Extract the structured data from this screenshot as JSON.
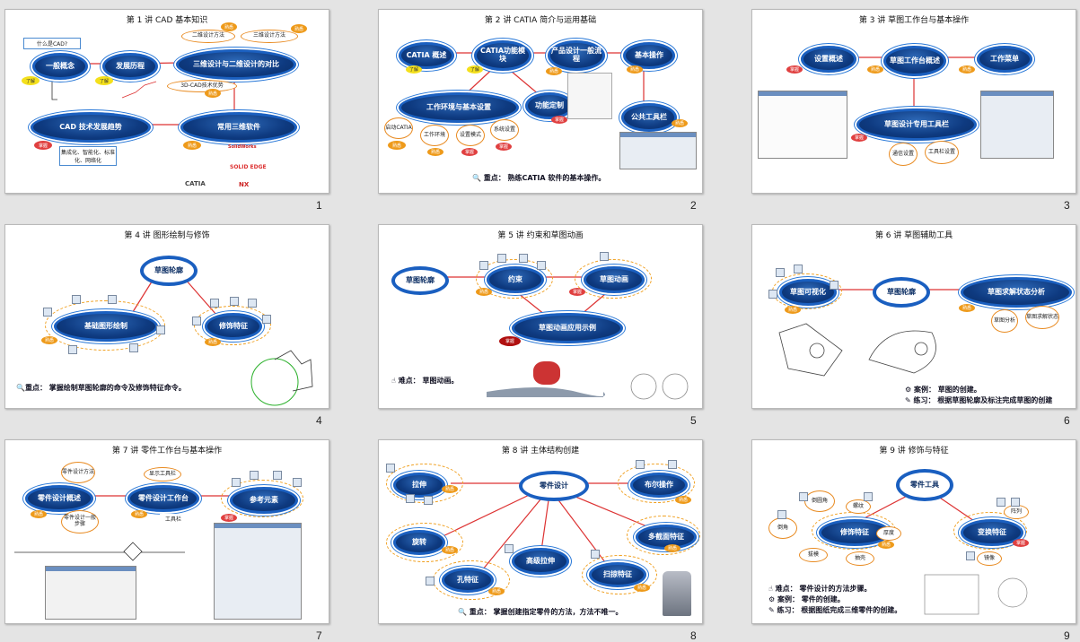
{
  "slides": [
    {
      "num": "1",
      "title": "第 1 讲  CAD 基本知识",
      "nodes": [
        "一般概念",
        "发展历程",
        "三维设计与二维设计的对比",
        "CAD 技术发展趋势",
        "常用三维软件"
      ],
      "labels": [
        "什么是CAD?",
        "二维设计方法",
        "三维设计方法",
        "3D-CAD技术优势",
        "集成化、智能化、标准化、网络化"
      ],
      "logos": [
        "SolidWorks",
        "SOLID EDGE",
        "CATIA",
        "NX"
      ]
    },
    {
      "num": "2",
      "title": "第 2 讲  CATIA 简介与运用基础",
      "nodes": [
        "CATIA 概述",
        "CATIA功能模块",
        "产品设计一般流程",
        "基本操作",
        "工作环境与基本设置",
        "功能定制",
        "公共工具栏"
      ],
      "labels": [
        "启动CATIA",
        "工作环境",
        "设置模式",
        "系统设置"
      ],
      "focus": "重点：  熟练CATIA 软件的基本操作。"
    },
    {
      "num": "3",
      "title": "第 3 讲  草图工作台与基本操作",
      "nodes": [
        "设置概述",
        "草图工作台概述",
        "工作菜单",
        "草图设计专用工具栏"
      ],
      "labels": [
        "通信设置",
        "工具栏设置"
      ]
    },
    {
      "num": "4",
      "title": "第 4 讲  图形绘制与修饰",
      "nodes": [
        "草图轮廓",
        "基础图形绘制",
        "修饰特征"
      ],
      "focus": "重点：  掌握绘制草图轮廓的命令及修饰特征命令。"
    },
    {
      "num": "5",
      "title": "第 5 讲  约束和草图动画",
      "nodes": [
        "草图轮廓",
        "约束",
        "草图动画",
        "草图动画应用示例"
      ],
      "focus": "难点：  草图动画。"
    },
    {
      "num": "6",
      "title": "第 6 讲  草图辅助工具",
      "nodes": [
        "草图可视化",
        "草图轮廓",
        "草图求解状态分析"
      ],
      "labels": [
        "草图分析",
        "草图求解状态"
      ],
      "example": "案例：  草图的创建。",
      "practice": "练习：  根据草图轮廓及标注完成草图的创建"
    },
    {
      "num": "7",
      "title": "第 7 讲  零件工作台与基本操作",
      "nodes": [
        "零件设计概述",
        "零件设计工作台",
        "参考元素"
      ],
      "labels": [
        "零件设计方法",
        "零件设计一般步骤",
        "显示工具栏",
        "工具栏"
      ]
    },
    {
      "num": "8",
      "title": "第 8 讲  主体结构创建",
      "nodes": [
        "零件设计",
        "拉伸",
        "布尔操作",
        "旋转",
        "多截面特征",
        "高级拉伸",
        "孔特征",
        "扫掠特征"
      ],
      "focus": "重点：  掌握创建指定零件的方法，方法不唯一。"
    },
    {
      "num": "9",
      "title": "第 9 讲  修饰与特征",
      "nodes": [
        "零件工具",
        "修饰特征",
        "变换特征"
      ],
      "labels": [
        "倒圆角",
        "倒角",
        "拔模",
        "抽壳",
        "厚度",
        "螺纹",
        "镜像",
        "阵列"
      ],
      "focus": "难点：  零件设计的方法步骤。",
      "example": "案例：  零件的创建。",
      "practice": "练习：  根据图纸完成三维零件的创建。"
    }
  ],
  "badges": {
    "yellow": "了解",
    "orange": "熟悉",
    "red": "掌握"
  }
}
